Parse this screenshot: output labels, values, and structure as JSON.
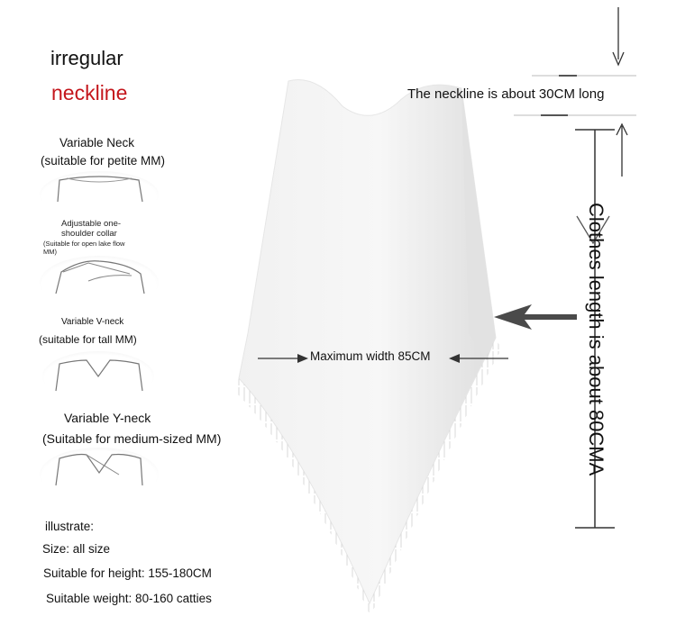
{
  "heading": {
    "line1": "irregular",
    "line2": "neckline",
    "line2_color": "#c4161c"
  },
  "styles": [
    {
      "name": "Variable Neck",
      "note": "(suitable for petite MM)"
    },
    {
      "name": "Adjustable one-",
      "name2": "shoulder collar",
      "note": "(Suitable for open lake flow",
      "note2": "MM)"
    },
    {
      "name": "Variable V-neck",
      "note": "(suitable for tall MM)"
    },
    {
      "name": "Variable Y-neck",
      "note": "(Suitable for medium-sized MM)"
    }
  ],
  "info": {
    "heading": "illustrate:",
    "size": "Size: all size",
    "height": "Suitable for height: 155-180CM",
    "weight": "Suitable weight: 80-160 catties"
  },
  "measurements": {
    "neckline": "The neckline is about 30CM long",
    "width": "Maximum width 85CM",
    "length": "Clothes length is about 80CMA"
  },
  "colors": {
    "garment": "#f3f3f3",
    "garment_shadow": "#dcdcdc",
    "arrow": "#4a4a4a"
  }
}
